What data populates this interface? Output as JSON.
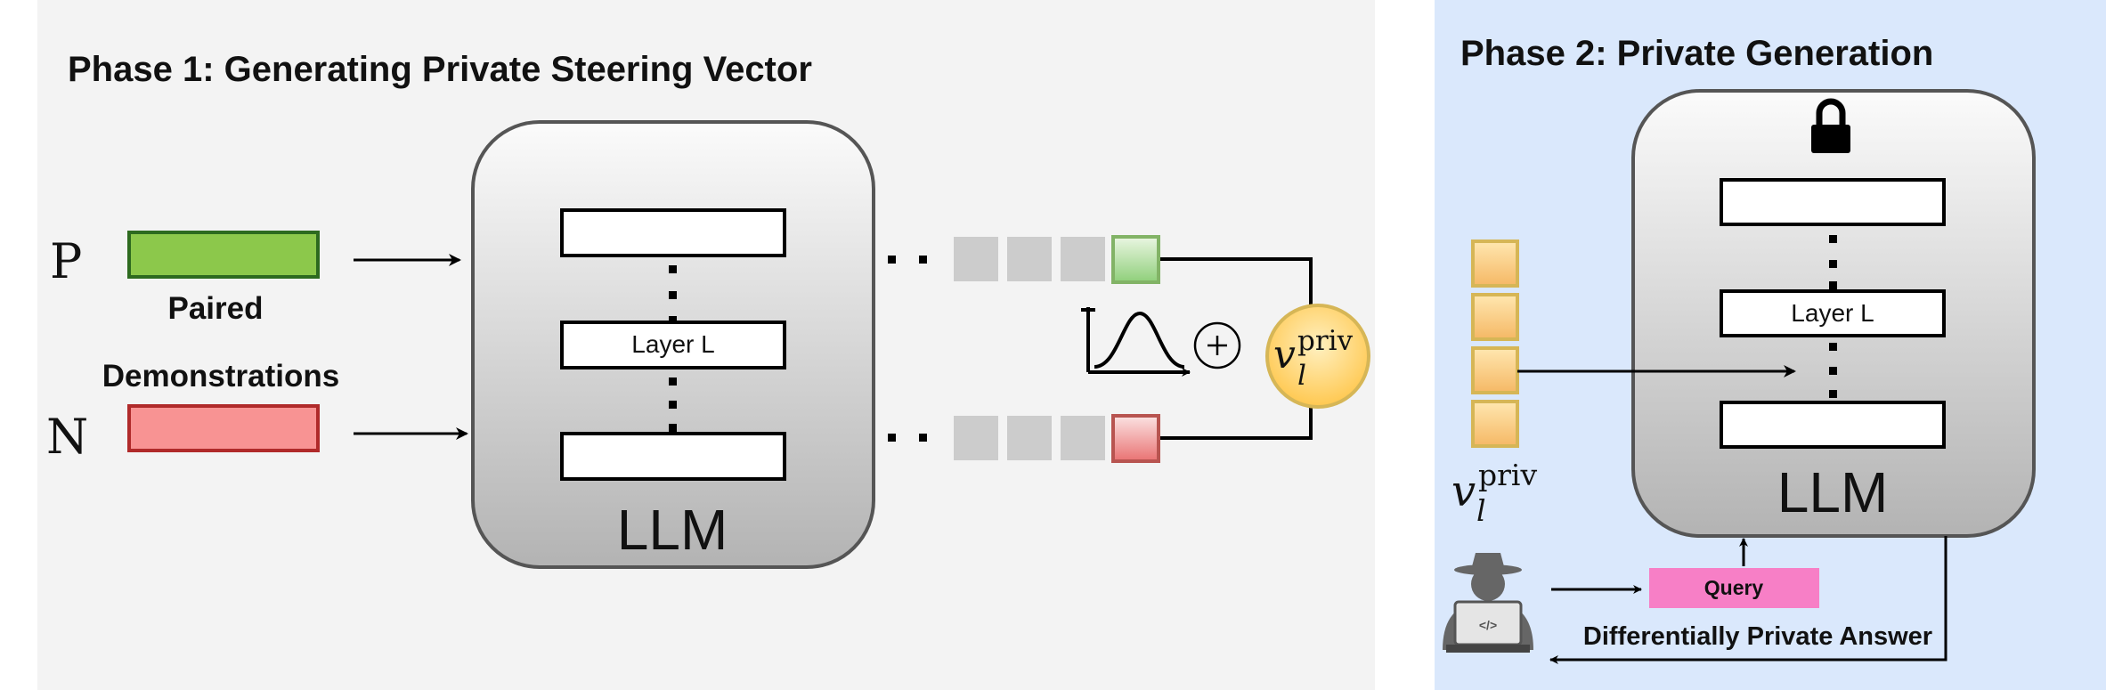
{
  "phase1": {
    "title": "Phase 1: Generating Private Steering Vector",
    "positive_symbol": "P",
    "negative_symbol": "N",
    "paired_label": "Paired",
    "demonstrations_label": "Demonstrations",
    "model_label": "LLM",
    "layer_label": "Layer L",
    "vector_symbol": "v",
    "vector_subscript": "l",
    "vector_superscript": "priv",
    "noise_icon": "gaussian-noise-icon",
    "add_icon": "plus-circle-icon"
  },
  "phase2": {
    "title": "Phase 2: Private Generation",
    "model_label": "LLM",
    "layer_label": "Layer L",
    "lock_icon": "lock-icon",
    "attacker_icon": "hacker-laptop-icon",
    "vector_symbol": "v",
    "vector_subscript": "l",
    "vector_superscript": "priv",
    "query_label": "Query",
    "answer_label": "Differentially Private Answer"
  },
  "colors": {
    "phase1_background": "#f3f3f3",
    "phase2_background": "#dae8fc",
    "positive_fill": "#8cc84b",
    "positive_stroke": "#2d6a1f",
    "negative_fill": "#f89393",
    "negative_stroke": "#b02a2a",
    "vector_fill": "#ffd066",
    "vector_stroke": "#d6b656",
    "query_fill": "#f77fc6",
    "activation_gray": "#cccccc"
  }
}
